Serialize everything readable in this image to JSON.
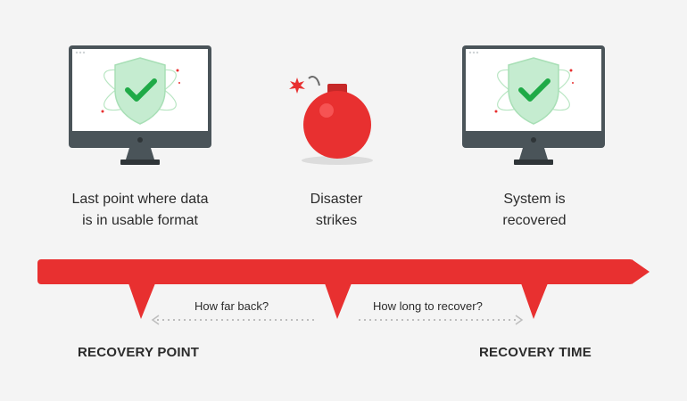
{
  "captions": {
    "last_point": [
      "Last point where data",
      "is in usable format"
    ],
    "disaster": [
      "Disaster",
      "strikes"
    ],
    "recovered": [
      "System is",
      "recovered"
    ]
  },
  "questions": {
    "how_far_back": "How far back?",
    "how_long": "How long to recover?"
  },
  "headings": {
    "recovery_point": "RECOVERY POINT",
    "recovery_time": "RECOVERY TIME"
  },
  "icons": {
    "monitor_left": "monitor-with-shield-check-icon",
    "bomb": "bomb-icon",
    "monitor_right": "monitor-with-shield-check-icon"
  },
  "colors": {
    "timeline_red": "#e83030",
    "check_green": "#22b14c",
    "shield_green": "#bfe9c8",
    "monitor_dark": "#4a5459",
    "text": "#2b2b2b",
    "dotted_arrow": "#bdbdbd"
  }
}
